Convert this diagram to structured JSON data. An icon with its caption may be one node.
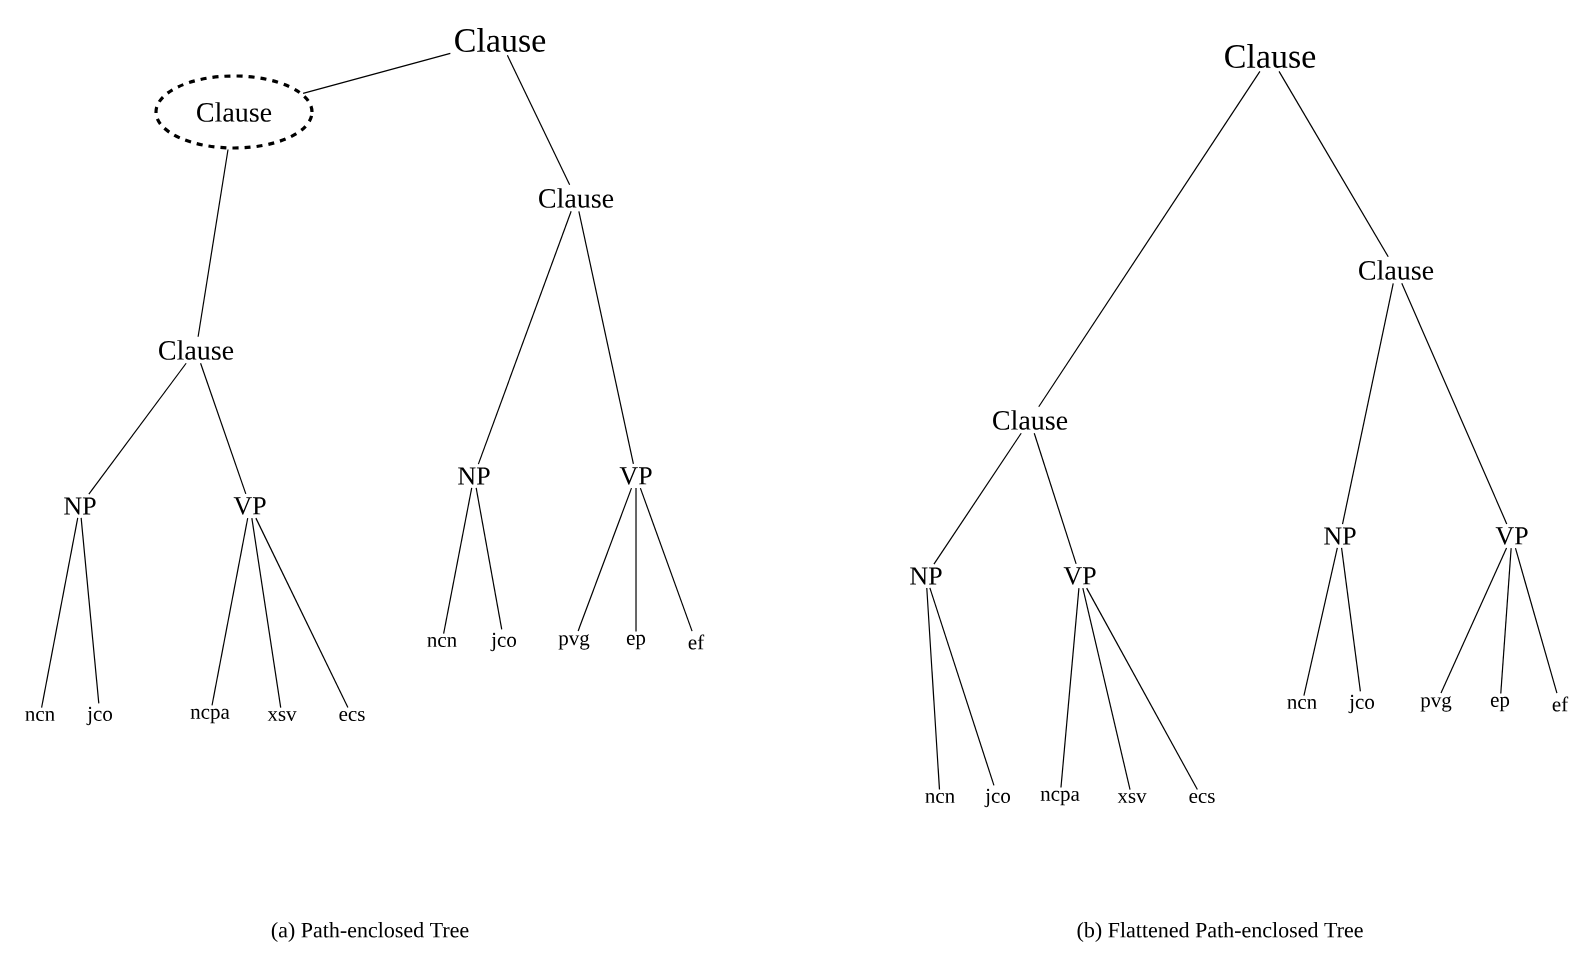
{
  "diagram": {
    "nodes": [
      {
        "text": [
          "Clause"
        ]
      },
      {
        "text": [],
        "shape": "ellipse"
      },
      {
        "text": [
          "Clause"
        ],
        "in": 1
      },
      {
        "text": [
          "Clause"
        ]
      },
      {
        "text": [
          "Clause"
        ]
      },
      {
        "text": [
          "NP"
        ]
      },
      {
        "text": [
          "VP"
        ]
      },
      {
        "text": [
          "ncn"
        ]
      },
      {
        "text": [
          "jco"
        ]
      },
      {
        "text": [
          "ncpa"
        ]
      },
      {
        "text": [
          "xsv"
        ]
      },
      {
        "text": [
          "ecs"
        ]
      },
      {
        "text": [
          "NP"
        ]
      },
      {
        "text": [
          "VP"
        ]
      },
      {
        "text": [
          "ncn"
        ]
      },
      {
        "text": [
          "jco"
        ]
      },
      {
        "text": [
          "pvg"
        ]
      },
      {
        "text": [
          "ep"
        ]
      },
      {
        "text": [
          "ef"
        ]
      },
      {
        "text": [
          "Clause"
        ]
      },
      {
        "text": [
          "Clause"
        ]
      },
      {
        "text": [
          "Clause"
        ]
      },
      {
        "text": [
          "NP"
        ]
      },
      {
        "text": [
          "VP"
        ]
      },
      {
        "text": [
          "ncn"
        ]
      },
      {
        "text": [
          "jco"
        ]
      },
      {
        "text": [
          "ncpa"
        ]
      },
      {
        "text": [
          "xsv"
        ]
      },
      {
        "text": [
          "ecs"
        ]
      },
      {
        "text": [
          "NP"
        ]
      },
      {
        "text": [
          "VP"
        ]
      },
      {
        "text": [
          "ncn"
        ]
      },
      {
        "text": [
          "jco"
        ]
      },
      {
        "text": [
          "pvg"
        ]
      },
      {
        "text": [
          "ep"
        ]
      },
      {
        "text": [
          "ef"
        ]
      }
    ],
    "edges": [
      {
        "from": 0,
        "to": 1,
        "arrow": "none"
      },
      {
        "from": 0,
        "to": 3,
        "arrow": "none"
      },
      {
        "from": 1,
        "to": 4,
        "arrow": "none"
      },
      {
        "from": 4,
        "to": 5,
        "arrow": "none"
      },
      {
        "from": 4,
        "to": 6,
        "arrow": "none"
      },
      {
        "from": 5,
        "to": 7,
        "arrow": "none"
      },
      {
        "from": 5,
        "to": 8,
        "arrow": "none"
      },
      {
        "from": 6,
        "to": 9,
        "arrow": "none"
      },
      {
        "from": 6,
        "to": 10,
        "arrow": "none"
      },
      {
        "from": 6,
        "to": 11,
        "arrow": "none"
      },
      {
        "from": 3,
        "to": 12,
        "arrow": "none"
      },
      {
        "from": 3,
        "to": 13,
        "arrow": "none"
      },
      {
        "from": 12,
        "to": 14,
        "arrow": "none"
      },
      {
        "from": 12,
        "to": 15,
        "arrow": "none"
      },
      {
        "from": 13,
        "to": 16,
        "arrow": "none"
      },
      {
        "from": 13,
        "to": 17,
        "arrow": "none"
      },
      {
        "from": 13,
        "to": 18,
        "arrow": "none"
      },
      {
        "from": 19,
        "to": 20,
        "arrow": "none"
      },
      {
        "from": 19,
        "to": 21,
        "arrow": "none"
      },
      {
        "from": 20,
        "to": 22,
        "arrow": "none"
      },
      {
        "from": 20,
        "to": 23,
        "arrow": "none"
      },
      {
        "from": 22,
        "to": 24,
        "arrow": "none"
      },
      {
        "from": 22,
        "to": 25,
        "arrow": "none"
      },
      {
        "from": 23,
        "to": 26,
        "arrow": "none"
      },
      {
        "from": 23,
        "to": 27,
        "arrow": "none"
      },
      {
        "from": 23,
        "to": 28,
        "arrow": "none"
      },
      {
        "from": 21,
        "to": 29,
        "arrow": "none"
      },
      {
        "from": 21,
        "to": 30,
        "arrow": "none"
      },
      {
        "from": 29,
        "to": 31,
        "arrow": "none"
      },
      {
        "from": 29,
        "to": 32,
        "arrow": "none"
      },
      {
        "from": 30,
        "to": 33,
        "arrow": "none"
      },
      {
        "from": 30,
        "to": 34,
        "arrow": "none"
      },
      {
        "from": 30,
        "to": 35,
        "arrow": "none"
      }
    ],
    "labels": [
      "(a) Path-enclosed Tree",
      "(b) Flattened Path-enclosed Tree"
    ]
  }
}
